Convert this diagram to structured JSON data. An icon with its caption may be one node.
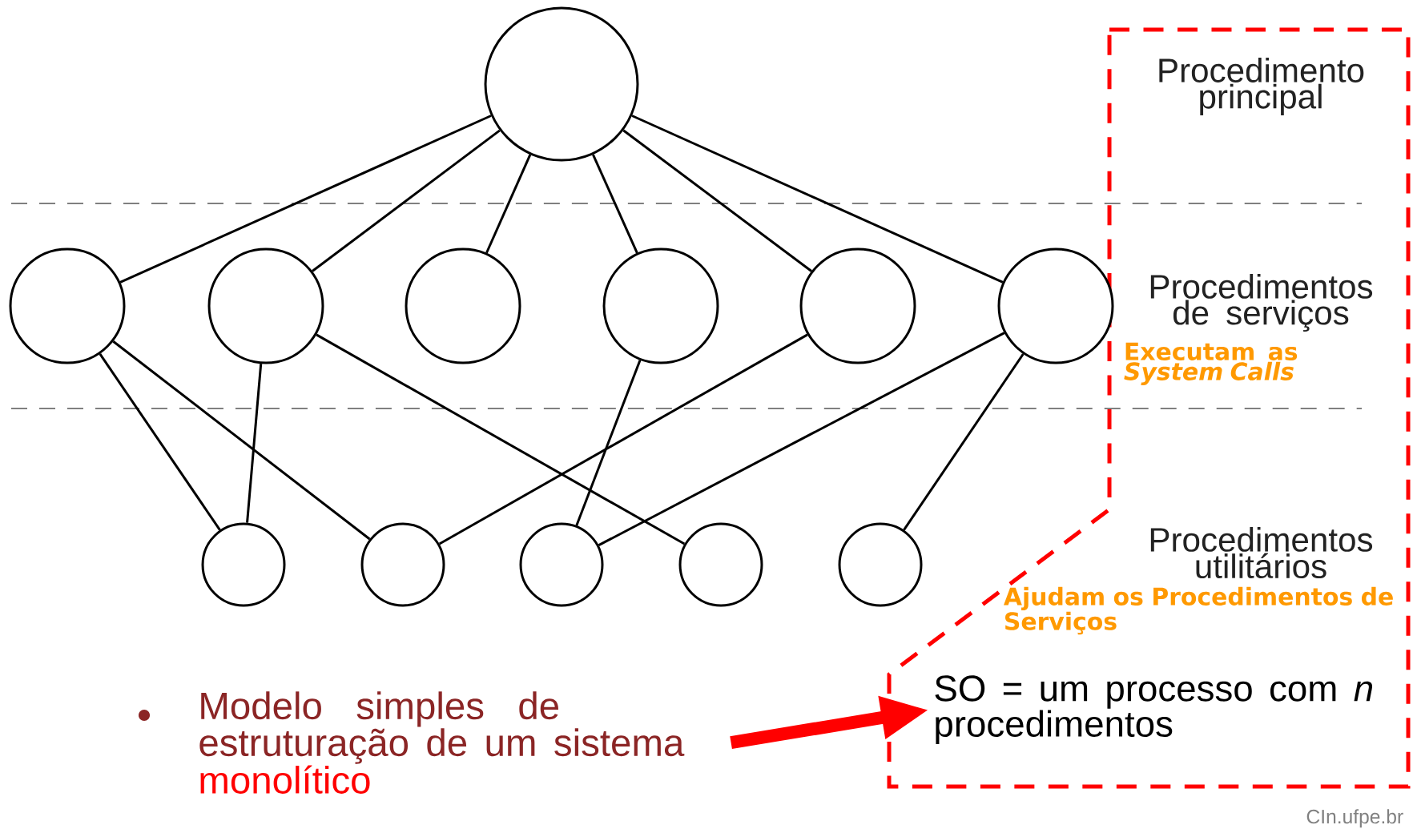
{
  "diagram": {
    "nodes": [
      {
        "text": [],
        "shape": "circle"
      },
      {
        "text": [],
        "shape": "circle"
      },
      {
        "text": [],
        "shape": "circle"
      },
      {
        "text": [],
        "shape": "circle"
      },
      {
        "text": [],
        "shape": "circle"
      },
      {
        "text": [],
        "shape": "circle"
      },
      {
        "text": [],
        "shape": "circle"
      },
      {
        "text": [],
        "shape": "circle"
      },
      {
        "text": [],
        "shape": "circle"
      },
      {
        "text": [],
        "shape": "circle"
      },
      {
        "text": [],
        "shape": "circle"
      },
      {
        "text": [],
        "shape": "circle"
      },
      {
        "text": [
          "Modelo simples de estruturação de um sistema",
          "monolítico"
        ]
      },
      {
        "text": [
          "SO = um processo com *n* procedimentos"
        ]
      }
    ],
    "edges": [
      {
        "from": 0,
        "to": 1,
        "arrow": "none"
      },
      {
        "from": 0,
        "to": 2,
        "arrow": "none"
      },
      {
        "from": 0,
        "to": 3,
        "arrow": "none"
      },
      {
        "from": 0,
        "to": 4,
        "arrow": "none"
      },
      {
        "from": 0,
        "to": 5,
        "arrow": "none"
      },
      {
        "from": 0,
        "to": 6,
        "arrow": "none"
      },
      {
        "from": 1,
        "to": 7,
        "arrow": "none"
      },
      {
        "from": 1,
        "to": 8,
        "arrow": "none"
      },
      {
        "from": 2,
        "to": 7,
        "arrow": "none"
      },
      {
        "from": 2,
        "to": 10,
        "arrow": "none"
      },
      {
        "from": 4,
        "to": 9,
        "arrow": "none"
      },
      {
        "from": 5,
        "to": 8,
        "arrow": "none"
      },
      {
        "from": 6,
        "to": 9,
        "arrow": "none"
      },
      {
        "from": 6,
        "to": 11,
        "arrow": "none"
      },
      {
        "from": 12,
        "to": 13,
        "arrow": "to",
        "style": "thick",
        "color": "#ff0000"
      }
    ],
    "labels": [
      "Procedimento principal",
      "Procedimentos de serviços",
      "Executam as *System Calls*",
      "Procedimentos utilitários",
      "Ajudam os Procedimentos de Serviços",
      "CIn.ufpe.br"
    ]
  }
}
